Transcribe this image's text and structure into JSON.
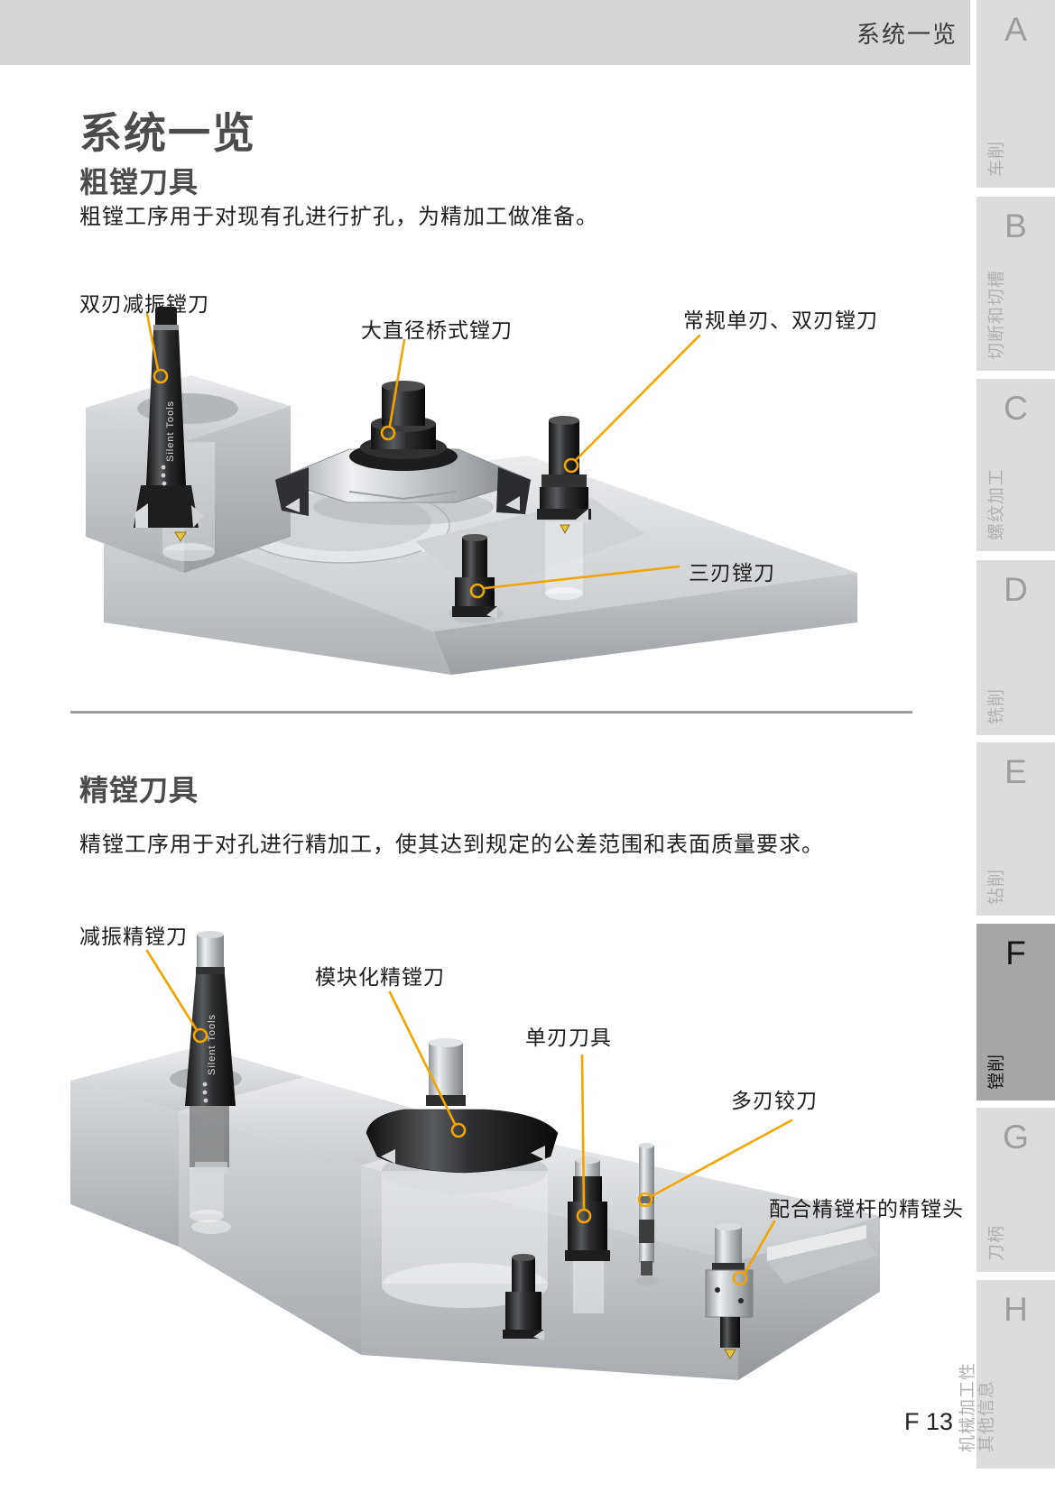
{
  "page_header": {
    "title": "系统一览"
  },
  "sidebar": {
    "tabs": [
      {
        "letter": "A",
        "label": "车削",
        "active": false
      },
      {
        "letter": "B",
        "label": "切断和切槽",
        "active": false
      },
      {
        "letter": "C",
        "label": "螺纹加工",
        "active": false
      },
      {
        "letter": "D",
        "label": "铣削",
        "active": false
      },
      {
        "letter": "E",
        "label": "钻削",
        "active": false
      },
      {
        "letter": "F",
        "label": "镗削",
        "active": true
      },
      {
        "letter": "G",
        "label": "刀柄",
        "active": false
      },
      {
        "letter": "H",
        "label": "机械加工性\n其他信息",
        "active": false
      }
    ]
  },
  "main": {
    "title": "系统一览",
    "sections": [
      {
        "heading": "粗镗刀具",
        "description": "粗镗工序用于对现有孔进行扩孔，为精加工做准备。",
        "labels": [
          "双刃减振镗刀",
          "大直径桥式镗刀",
          "常规单刃、双刃镗刀",
          "三刃镗刀"
        ]
      },
      {
        "heading": "精镗刀具",
        "description": "精镗工序用于对孔进行精加工，使其达到规定的公差范围和表面质量要求。",
        "labels": [
          "减振精镗刀",
          "模块化精镗刀",
          "单刃刀具",
          "多刃铰刀",
          "配合精镗杆的精镗头"
        ]
      }
    ]
  },
  "branding": {
    "tool_text": "Silent Tools"
  },
  "page_number": "F 13",
  "colors": {
    "leader": "#F0A500",
    "header_bg": "#d5d5d5",
    "tab_bg": "#dcdcdc",
    "tab_active_bg": "#a6a6a6"
  }
}
